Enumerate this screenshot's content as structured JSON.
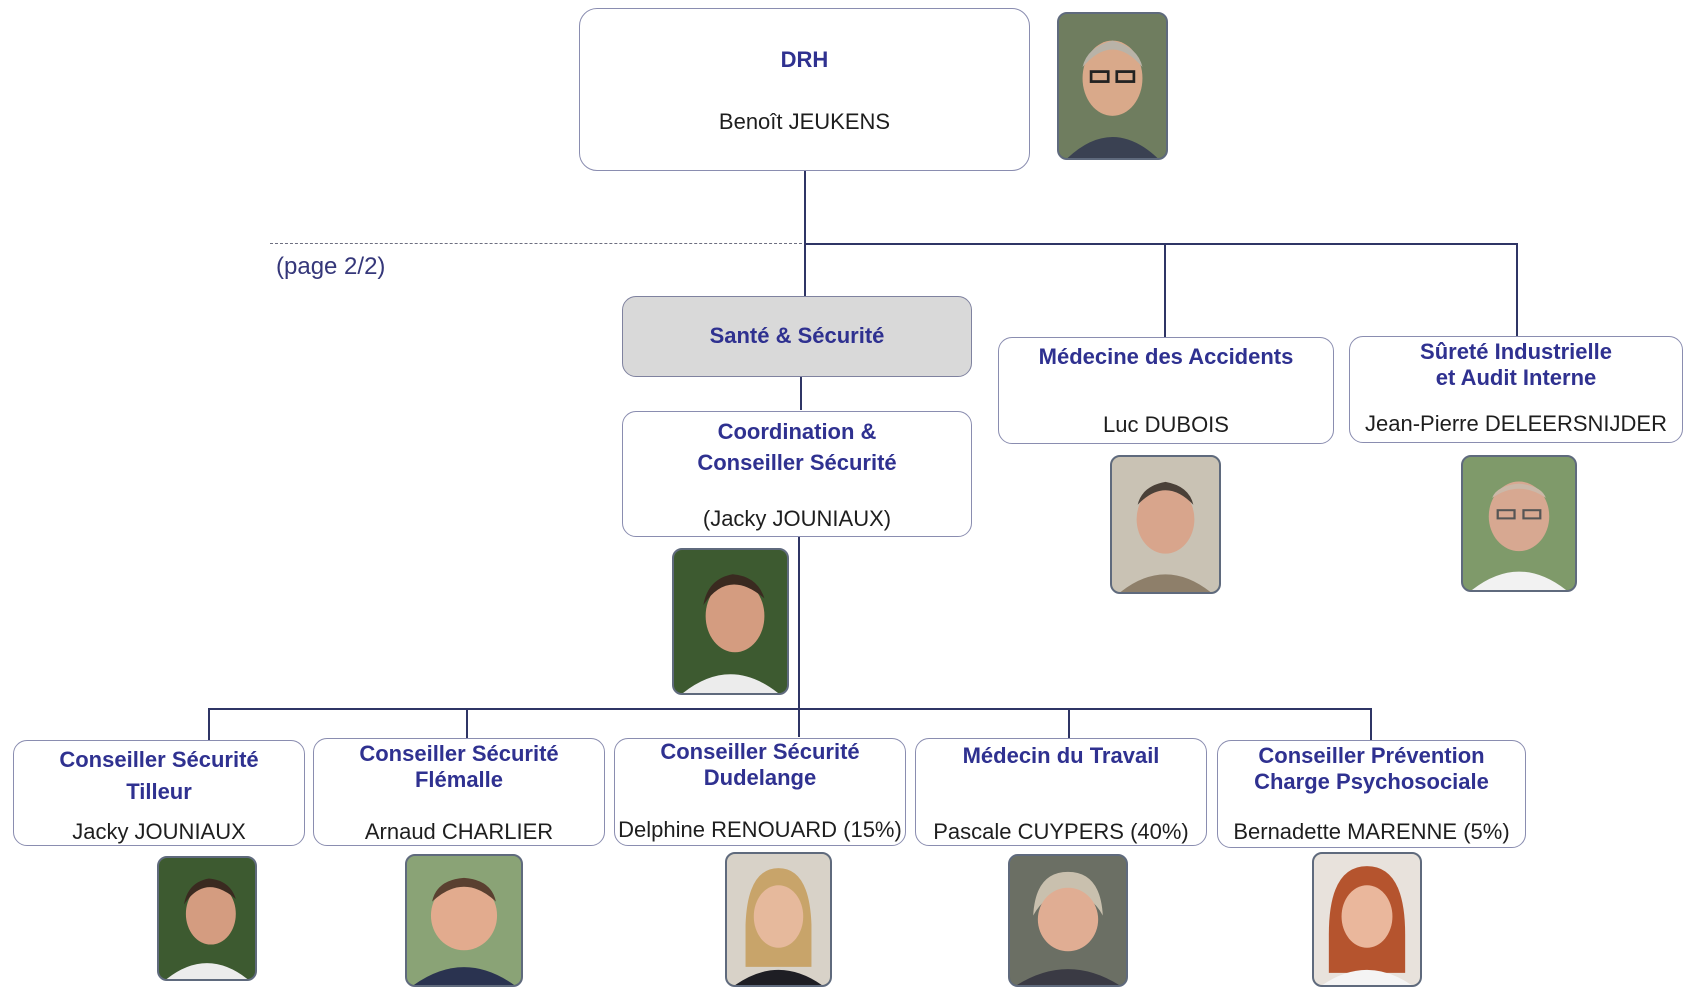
{
  "top": {
    "title": "DRH",
    "name": "Benoît JEUKENS",
    "photo_icon": "person-photo"
  },
  "page_ref": "(page 2/2)",
  "level1": [
    {
      "title": "Santé & Sécurité",
      "name": "",
      "shaded": true
    },
    {
      "title": "Médecine des Accidents",
      "name": "Luc DUBOIS",
      "photo_icon": "person-photo"
    },
    {
      "title": "Sûreté Industrielle\net Audit Interne",
      "name": "Jean-Pierre DELEERSNIJDER",
      "photo_icon": "person-photo"
    }
  ],
  "coordination": {
    "title": "Coordination &\nConseiller Sécurité",
    "name": "(Jacky JOUNIAUX)",
    "photo_icon": "person-photo"
  },
  "level3": [
    {
      "title": "Conseiller Sécurité\nTilleur",
      "name": "Jacky JOUNIAUX"
    },
    {
      "title": "Conseiller Sécurité\nFlémalle",
      "name": "Arnaud CHARLIER"
    },
    {
      "title": "Conseiller Sécurité\nDudelange",
      "name": "Delphine RENOUARD (15%)"
    },
    {
      "title": "Médecin du Travail",
      "name": "Pascale CUYPERS (40%)"
    },
    {
      "title": "Conseiller Prévention\nCharge Psychosociale",
      "name": "Bernadette MARENNE (5%)"
    }
  ],
  "colors": {
    "title_text": "#2f3190",
    "box_border": "#8a8db0",
    "shaded_box": "#d9d9d9",
    "connector": "#2f3565"
  }
}
